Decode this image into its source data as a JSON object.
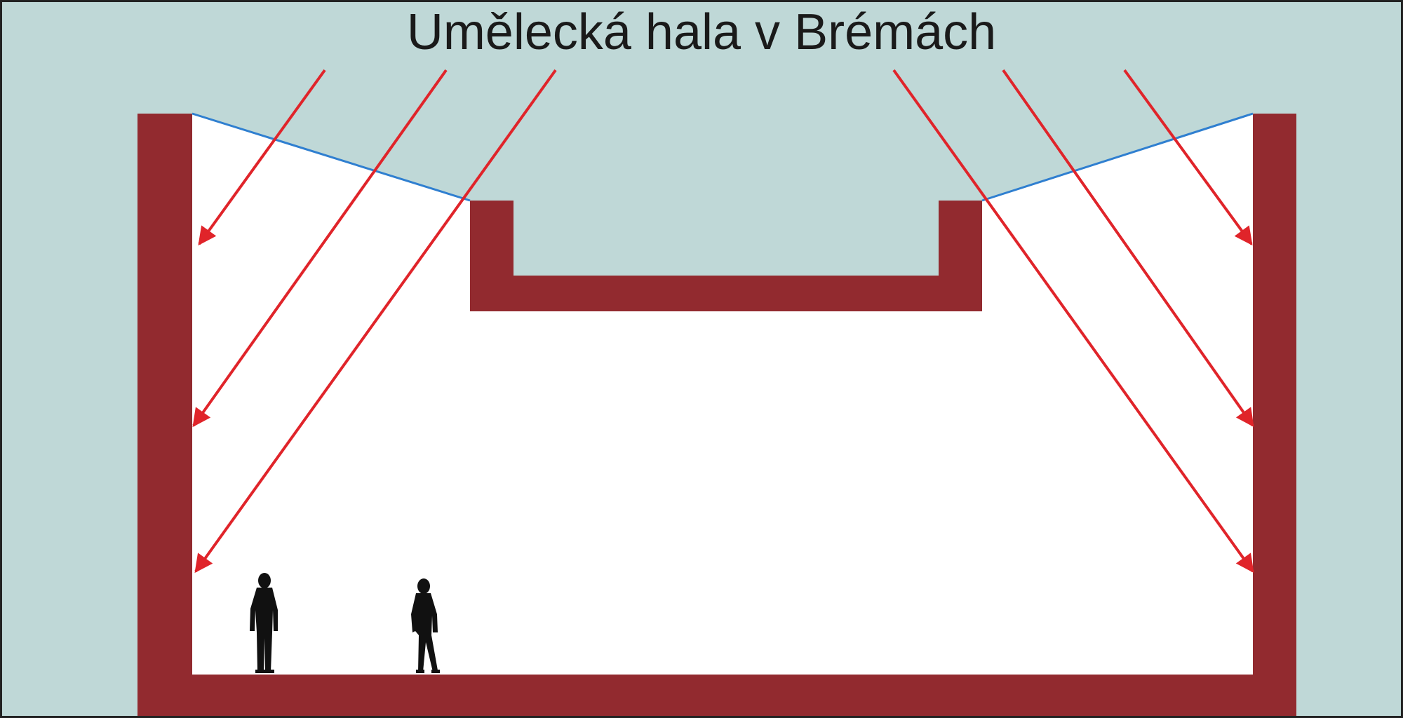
{
  "diagram": {
    "title": "Umělecká hala v Brémách",
    "colors": {
      "sky": "#bfd8d7",
      "wall": "#922a2f",
      "interior": "#ffffff",
      "light_ray": "#e0242a",
      "glazing": "#2f7fd0",
      "figure": "#111111",
      "border": "#222222",
      "title": "#1a1a1a"
    },
    "elements": {
      "walls": "building-section",
      "rays": "light-rays",
      "glazing": "skylight-glazing",
      "people": "human-figures"
    }
  }
}
